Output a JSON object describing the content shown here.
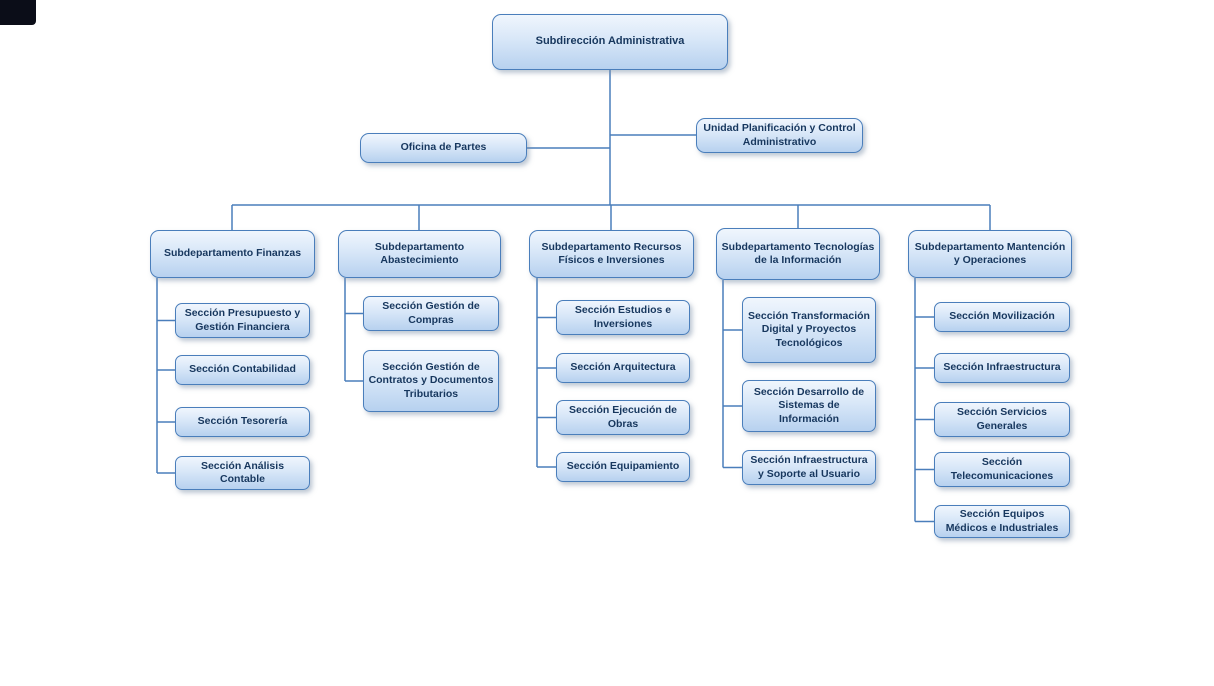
{
  "org": {
    "root": {
      "label": "Subdirección Administrativa"
    },
    "staff": [
      {
        "label": "Oficina de Partes"
      },
      {
        "label": "Unidad Planificación y Control Administrativo"
      }
    ],
    "branches": [
      {
        "label": "Subdepartamento Finanzas",
        "children": [
          "Sección Presupuesto y Gestión Financiera",
          "Sección Contabilidad",
          "Sección Tesorería",
          "Sección Análisis Contable"
        ]
      },
      {
        "label": "Subdepartamento Abastecimiento",
        "children": [
          "Sección Gestión de Compras",
          "Sección Gestión de Contratos y Documentos Tributarios"
        ]
      },
      {
        "label": "Subdepartamento Recursos Físicos e Inversiones",
        "children": [
          "Sección Estudios e Inversiones",
          "Sección Arquitectura",
          "Sección Ejecución de Obras",
          "Sección Equipamiento"
        ]
      },
      {
        "label": "Subdepartamento Tecnologías de la Información",
        "children": [
          "Sección Transformación Digital y Proyectos Tecnológicos",
          "Sección Desarrollo de Sistemas de Información",
          "Sección Infraestructura y Soporte al Usuario"
        ]
      },
      {
        "label": "Subdepartamento Mantención y Operaciones",
        "children": [
          "Sección Movilización",
          "Sección Infraestructura",
          "Sección Servicios Generales",
          "Sección Telecomunicaciones",
          "Sección Equipos Médicos e Industriales"
        ]
      }
    ]
  },
  "colors": {
    "connector": "#4a7ebb",
    "box_border": "#4a7ebb",
    "box_fill_top": "#f0f6fd",
    "box_fill_bottom": "#b7d1ef",
    "text": "#17375e"
  }
}
